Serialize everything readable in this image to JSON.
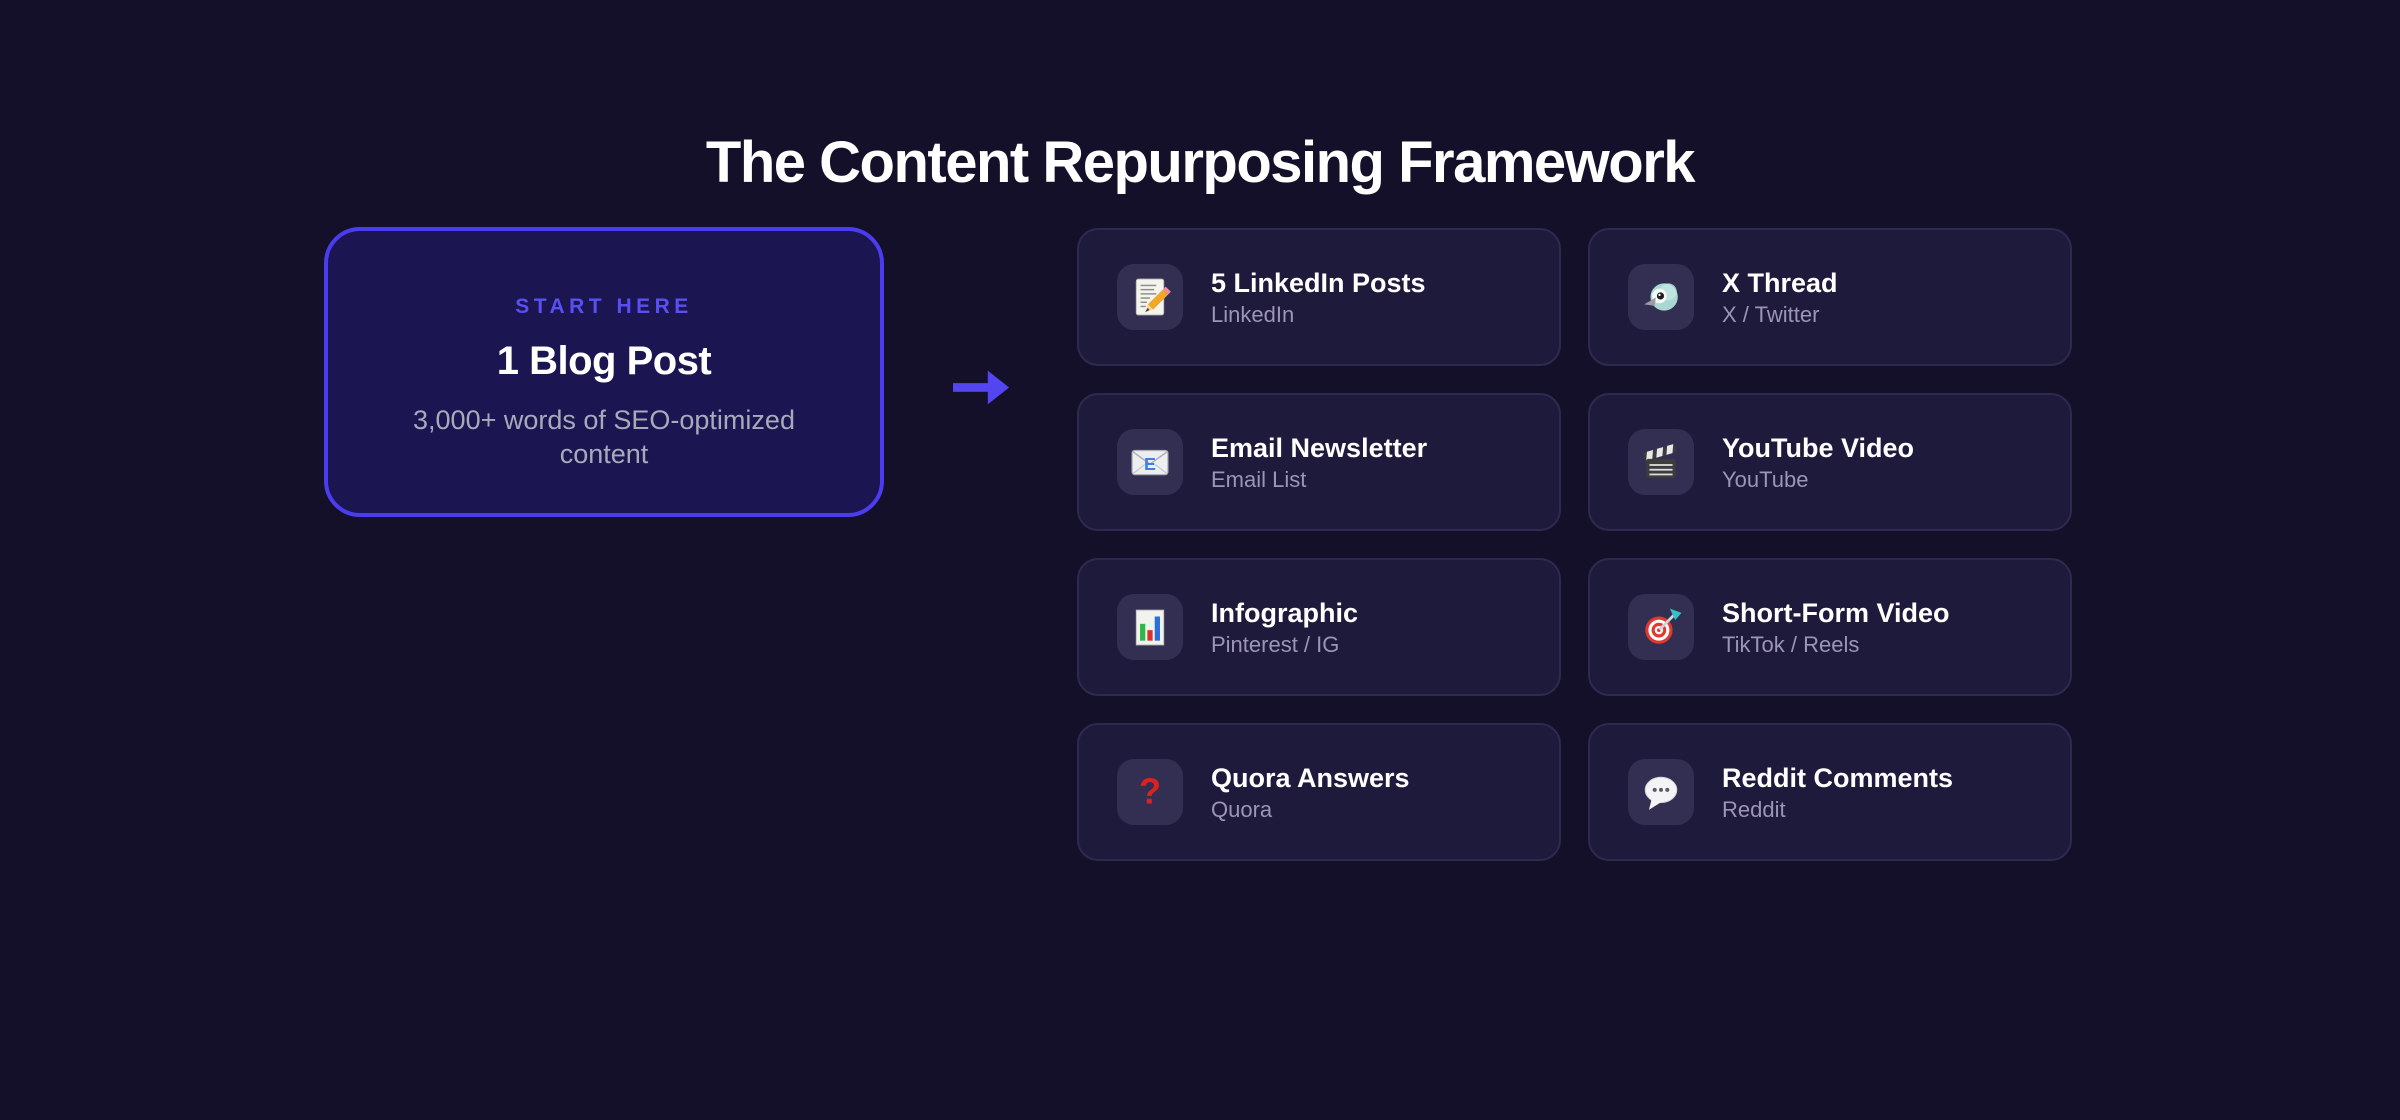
{
  "page": {
    "title": "The Content Repurposing Framework"
  },
  "source": {
    "eyebrow": "START HERE",
    "title": "1 Blog Post",
    "description": "3,000+ words of SEO-optimized content"
  },
  "arrow": {
    "icon": "right-arrow-icon"
  },
  "cards": [
    {
      "icon": "memo-icon",
      "title": "5 LinkedIn Posts",
      "platform": "LinkedIn"
    },
    {
      "icon": "bird-icon",
      "title": "X Thread",
      "platform": "X / Twitter"
    },
    {
      "icon": "email-icon",
      "title": "Email Newsletter",
      "platform": "Email List"
    },
    {
      "icon": "clapperboard-icon",
      "title": "YouTube Video",
      "platform": "YouTube"
    },
    {
      "icon": "bar-chart-icon",
      "title": "Infographic",
      "platform": "Pinterest / IG"
    },
    {
      "icon": "target-icon",
      "title": "Short-Form Video",
      "platform": "TikTok / Reels"
    },
    {
      "icon": "question-mark-icon",
      "title": "Quora Answers",
      "platform": "Quora"
    },
    {
      "icon": "speech-balloon-icon",
      "title": "Reddit Comments",
      "platform": "Reddit"
    }
  ],
  "colors": {
    "background": "#141029",
    "accent": "#5345f0",
    "source_box_bg": "#1b1552",
    "source_box_border": "#4c3cf0",
    "eyebrow_text": "#5a4ff2",
    "card_bg": "#1e1a3b",
    "card_border": "#2e2a4e",
    "icon_box_bg": "#332f52",
    "title_text": "#ffffff",
    "muted_text": "#9b95b8"
  }
}
